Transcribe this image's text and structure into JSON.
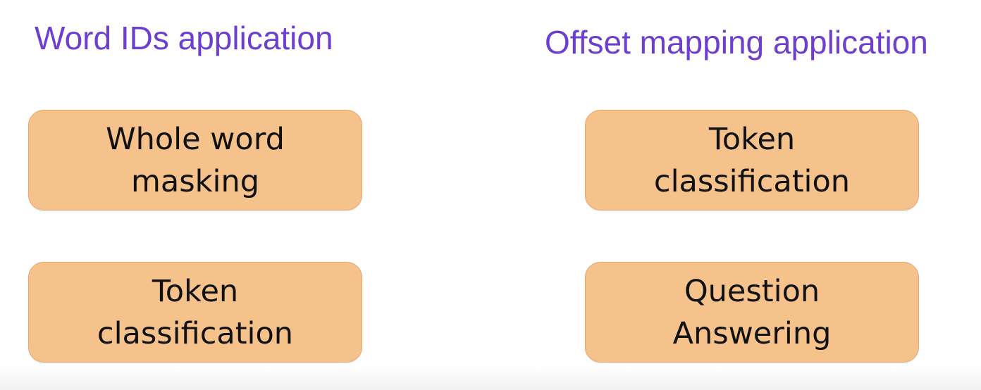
{
  "colors": {
    "heading": "#6d3fd1",
    "card_fill": "#f5c28c",
    "card_border": "#e7a56f"
  },
  "left_column": {
    "heading": "Word IDs application",
    "cards": [
      {
        "label": "Whole word\nmasking"
      },
      {
        "label": "Token\nclassification"
      }
    ]
  },
  "right_column": {
    "heading": "Offset mapping application",
    "cards": [
      {
        "label": "Token\nclassification"
      },
      {
        "label": "Question\nAnswering"
      }
    ]
  }
}
